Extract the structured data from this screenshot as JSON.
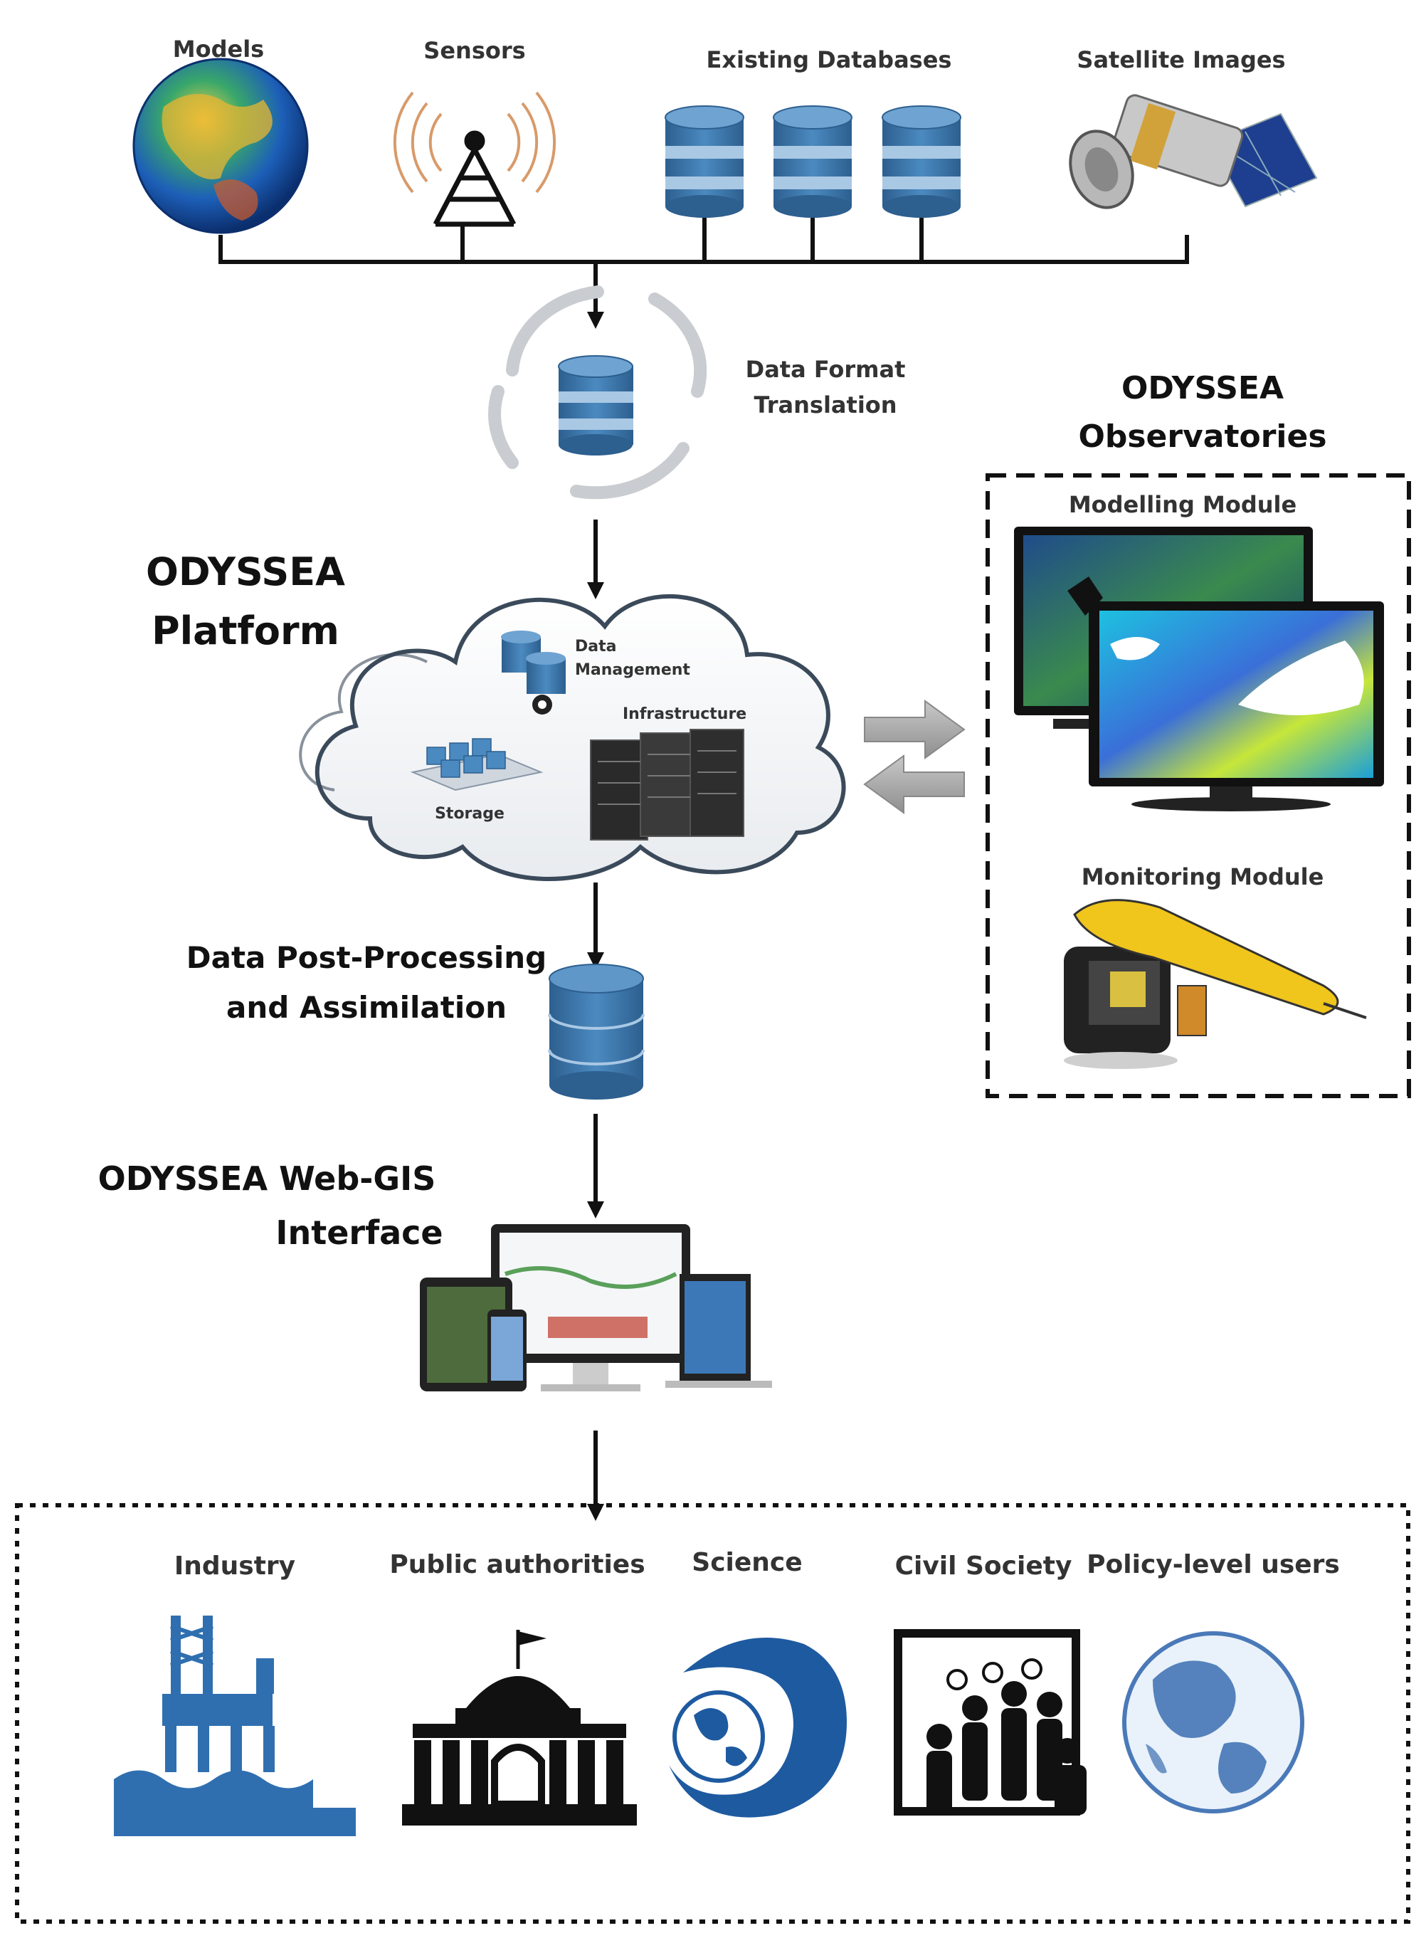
{
  "sources": {
    "models": "Models",
    "sensors": "Sensors",
    "databases": "Existing Databases",
    "satellite": "Satellite Images"
  },
  "translation": {
    "line1": "Data Format",
    "line2": "Translation"
  },
  "platform": {
    "title1": "ODYSSEA",
    "title2": "Platform",
    "data_mgmt1": "Data",
    "data_mgmt2": "Management",
    "infrastructure": "Infrastructure",
    "storage": "Storage"
  },
  "observatories": {
    "title1": "ODYSSEA",
    "title2": "Observatories",
    "modelling": "Modelling Module",
    "monitoring": "Monitoring Module"
  },
  "postprocessing": {
    "line1": "Data Post-Processing",
    "line2": "and Assimilation"
  },
  "webgis": {
    "line1": "ODYSSEA Web-GIS",
    "line2": "Interface"
  },
  "users": {
    "industry": "Industry",
    "public": "Public authorities",
    "science": "Science",
    "civil": "Civil Society",
    "policy": "Policy-level users"
  },
  "colors": {
    "db_blue": "#3a74a8",
    "db_light": "#a9c8e4",
    "user_blue": "#2f6fb0",
    "dark": "#111111"
  }
}
